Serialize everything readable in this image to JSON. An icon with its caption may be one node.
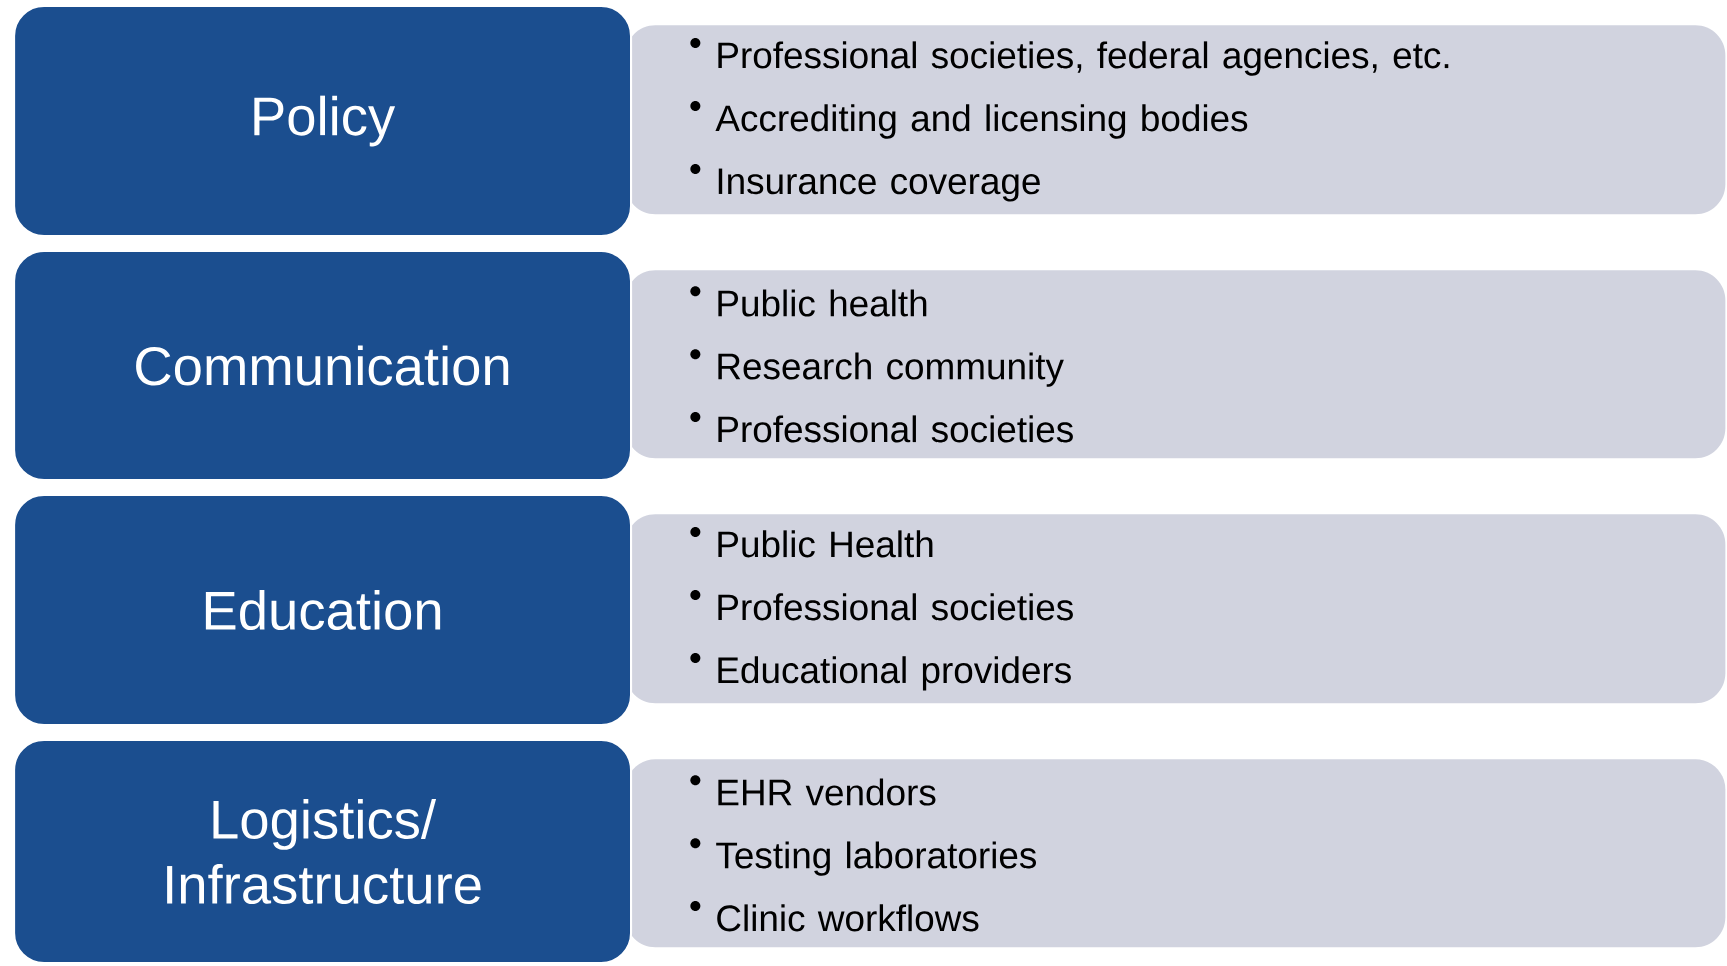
{
  "diagram": {
    "nodes": [
      {
        "text": [
          "Policy"
        ]
      },
      {
        "text": [
          "Professional societies, federal agencies, etc.",
          "Accrediting and licensing bodies",
          "Insurance coverage"
        ]
      },
      {
        "text": [
          "Communication"
        ]
      },
      {
        "text": [
          "Public health",
          "Research community",
          "Professional societies"
        ]
      },
      {
        "text": [
          "Education"
        ]
      },
      {
        "text": [
          "Public Health",
          "Professional societies",
          "Educational providers"
        ]
      },
      {
        "text": [
          "Logistics/ Infrastructure"
        ]
      },
      {
        "text": [
          "EHR vendors",
          "Testing laboratories",
          "Clinic workflows"
        ]
      }
    ]
  }
}
